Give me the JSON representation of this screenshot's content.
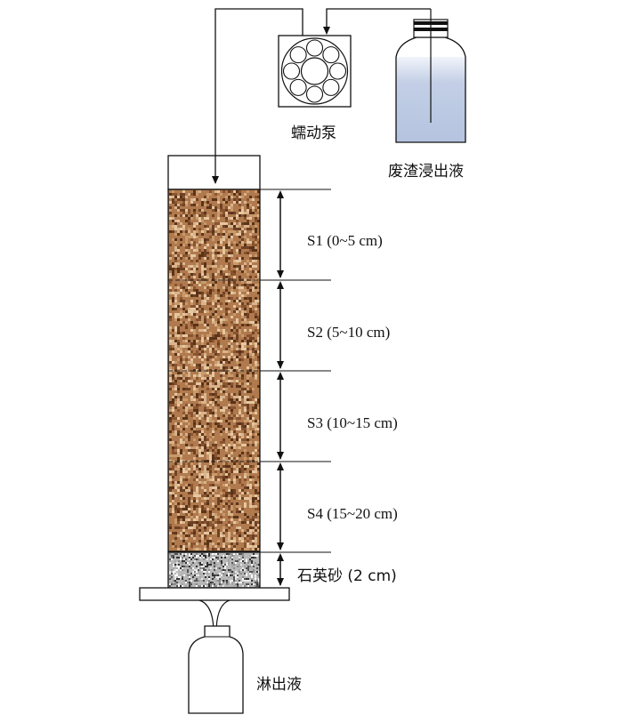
{
  "labels": {
    "pump": "蠕动泵",
    "reservoir": "废渣浸出液",
    "leachate": "淋出液",
    "layers": [
      "S1 (0~5 cm)",
      "S2 (5~10 cm)",
      "S3 (10~15 cm)",
      "S4 (15~20 cm)"
    ],
    "quartz": "石英砂 (2 cm)"
  },
  "colors": {
    "soil_base": "#b07a4e",
    "soil_dark": "#6e4124",
    "soil_light": "#d9b48c",
    "quartz_base": "#b8b8b8",
    "reservoir_liquid": "#c3cfe6",
    "stroke": "#111111"
  }
}
